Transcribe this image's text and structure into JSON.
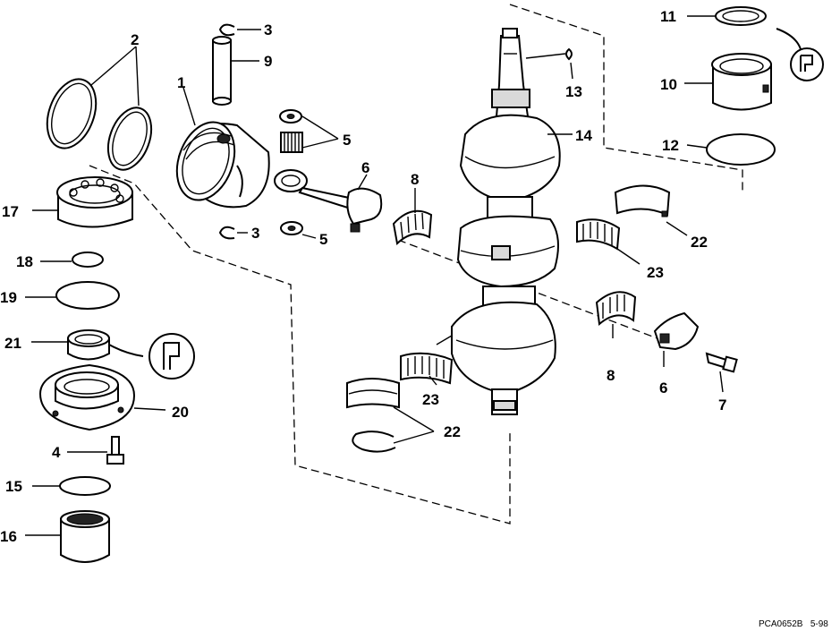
{
  "diagram": {
    "callouts": {
      "c1": "1",
      "c2": "2",
      "c3a": "3",
      "c3b": "3",
      "c4": "4",
      "c5a": "5",
      "c5b": "5",
      "c6a": "6",
      "c6b": "6",
      "c7": "7",
      "c8a": "8",
      "c8b": "8",
      "c9": "9",
      "c10": "10",
      "c11": "11",
      "c12": "12",
      "c13": "13",
      "c14": "14",
      "c15": "15",
      "c16": "16",
      "c17": "17",
      "c18": "18",
      "c19": "19",
      "c20": "20",
      "c21": "21",
      "c22a": "22",
      "c22b": "22",
      "c23a": "23",
      "c23b": "23"
    },
    "reference": "PCA0652B   5-98"
  }
}
